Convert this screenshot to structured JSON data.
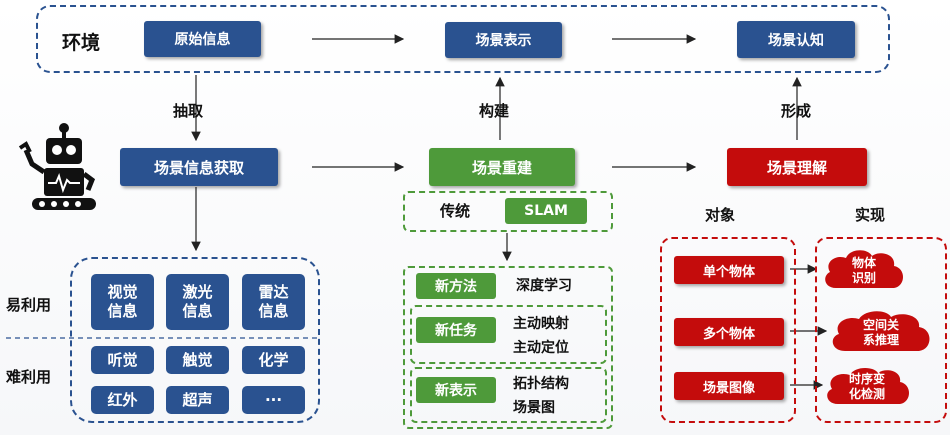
{
  "top": {
    "env_label": "环境",
    "raw_info": "原始信息",
    "scene_repr": "场景表示",
    "scene_cog": "场景认知"
  },
  "connectors": {
    "extract": "抽取",
    "build": "构建",
    "form": "形成"
  },
  "middle": {
    "acquire": "场景信息获取",
    "rebuild": "场景重建",
    "understand": "场景理解"
  },
  "sensing": {
    "easy_label": "易利用",
    "hard_label": "难利用",
    "easy_items": [
      "视觉\n信息",
      "激光\n信息",
      "雷达\n信息"
    ],
    "hard_items": [
      "听觉",
      "触觉",
      "化学",
      "红外",
      "超声",
      "···"
    ]
  },
  "reconstruction": {
    "traditional_label": "传统",
    "slam": "SLAM",
    "rows": [
      {
        "tag": "新方法",
        "text": "深度学习"
      },
      {
        "tag": "新任务",
        "text": "主动映射\n主动定位"
      },
      {
        "tag": "新表示",
        "text": "拓扑结构\n场景图"
      }
    ]
  },
  "understanding": {
    "object_header": "对象",
    "realize_header": "实现",
    "objects": [
      "单个物体",
      "多个物体",
      "场景图像"
    ],
    "outcomes": [
      "物体\n识别",
      "空间关\n系推理",
      "时序变\n化检测"
    ]
  },
  "colors": {
    "blue": "#2a5290",
    "green": "#4e9a3a",
    "red": "#c40c0c"
  }
}
